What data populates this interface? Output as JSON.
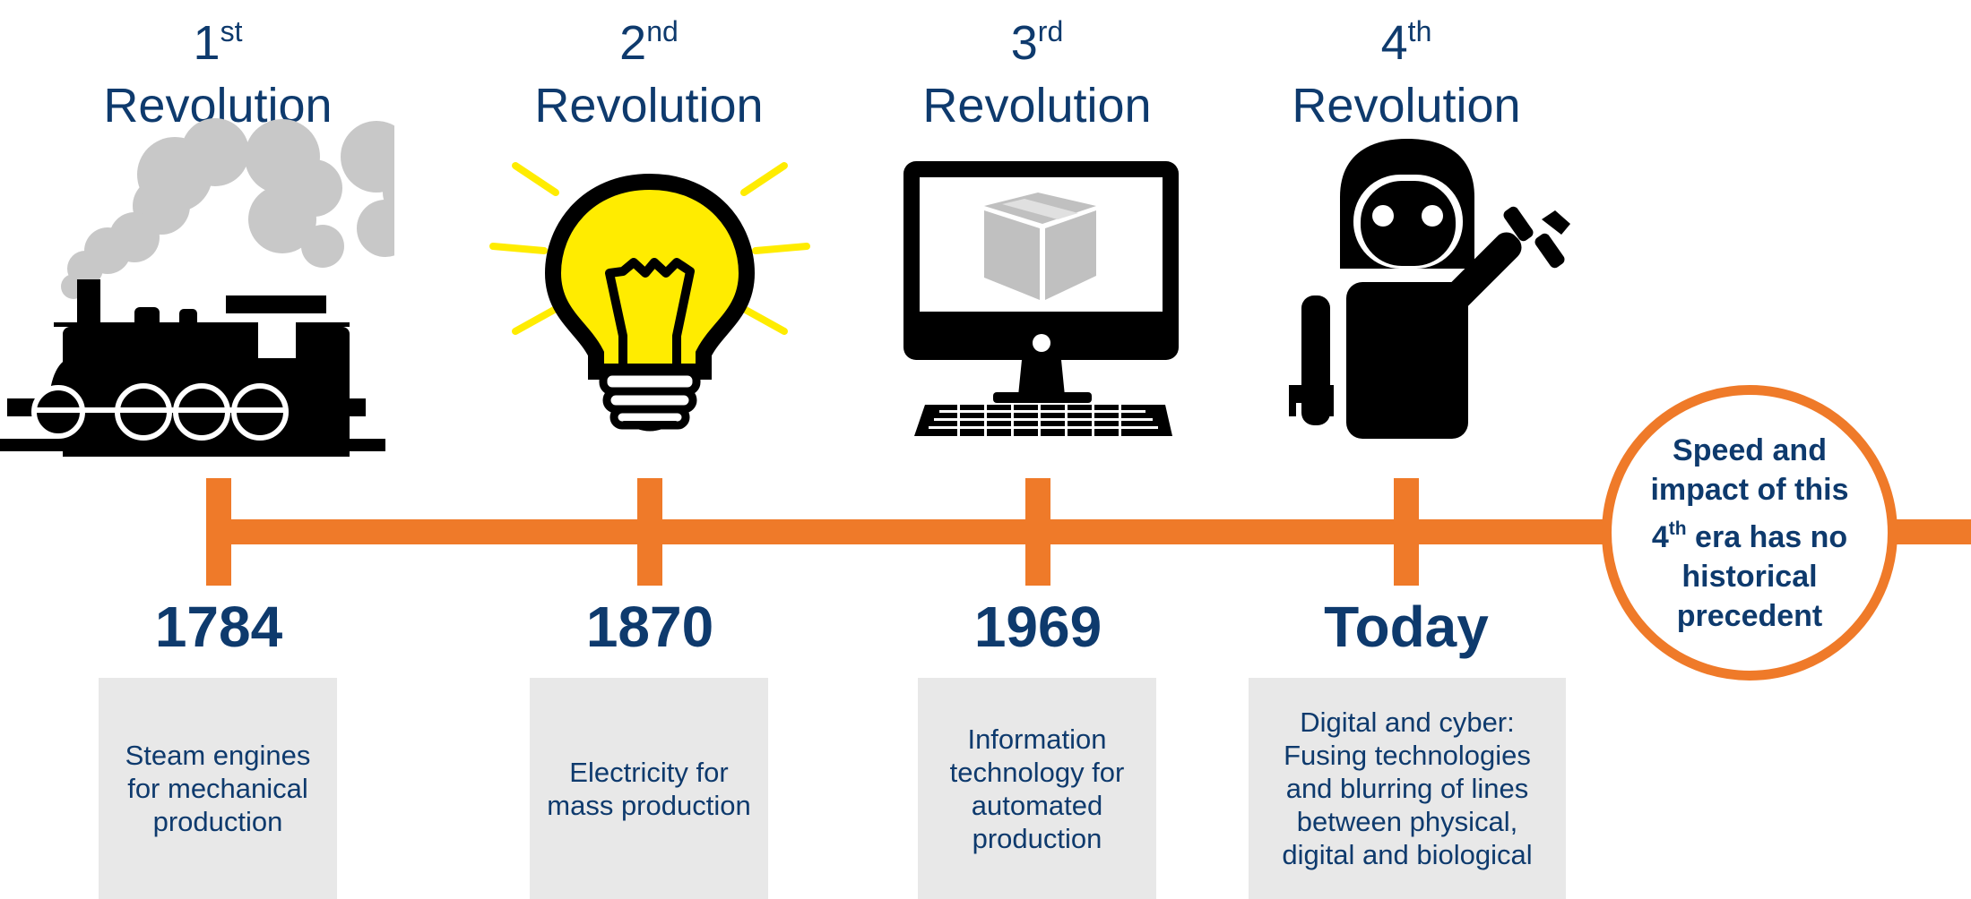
{
  "revolutions": [
    {
      "ordinal": "1",
      "suffix": "st",
      "label": "Revolution",
      "year": "1784",
      "description": [
        "Steam engines",
        "for mechanical",
        "production"
      ]
    },
    {
      "ordinal": "2",
      "suffix": "nd",
      "label": "Revolution",
      "year": "1870",
      "description": [
        "Electricity for",
        "mass production"
      ]
    },
    {
      "ordinal": "3",
      "suffix": "rd",
      "label": "Revolution",
      "year": "1969",
      "description": [
        "Information",
        "technology for",
        "automated",
        "production"
      ]
    },
    {
      "ordinal": "4",
      "suffix": "th",
      "label": "Revolution",
      "year": "Today",
      "description": [
        "Digital and cyber:",
        "Fusing technologies",
        "and blurring of lines",
        "between physical,",
        "digital and biological"
      ]
    }
  ],
  "callout": {
    "line1": "Speed and",
    "line2": "impact of this",
    "line3_num": "4",
    "line3_sup": "th",
    "line3_rest": " era has no",
    "line4": "historical",
    "line5": "precedent"
  },
  "icons": [
    "steam-locomotive-icon",
    "light-bulb-icon",
    "computer-monitor-icon",
    "robot-icon"
  ],
  "colors": {
    "accent": "#ef7a29",
    "text": "#0e3a6d",
    "box": "#e8e8e8",
    "bulb": "#ffec00",
    "smoke": "#c8c8c8"
  }
}
